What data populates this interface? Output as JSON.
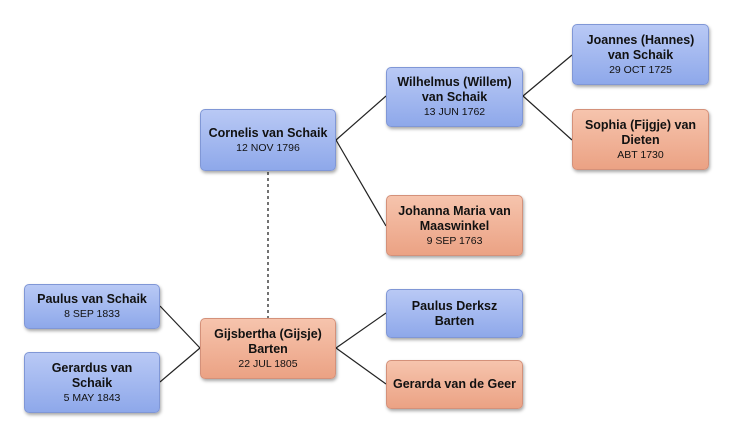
{
  "people": {
    "cornelis": {
      "name": "Cornelis van Schaik",
      "date": "12 NOV 1796",
      "sex": "male"
    },
    "wilhelmus": {
      "name": "Wilhelmus (Willem) van Schaik",
      "date": "13 JUN 1762",
      "sex": "male"
    },
    "joannes": {
      "name": "Joannes (Hannes) van Schaik",
      "date": "29 OCT 1725",
      "sex": "male"
    },
    "sophia": {
      "name": "Sophia (Fijgje) van Dieten",
      "date": "ABT 1730",
      "sex": "female"
    },
    "johanna": {
      "name": "Johanna Maria van Maaswinkel",
      "date": "9 SEP 1763",
      "sex": "female"
    },
    "gijsbertha": {
      "name": "Gijsbertha (Gijsje) Barten",
      "date": "22 JUL 1805",
      "sex": "female"
    },
    "paulus_derksz": {
      "name": "Paulus Derksz Barten",
      "date": "",
      "sex": "male"
    },
    "gerarda": {
      "name": "Gerarda van de Geer",
      "date": "",
      "sex": "female"
    },
    "paulus_child": {
      "name": "Paulus van Schaik",
      "date": "8 SEP 1833",
      "sex": "male"
    },
    "gerardus_child": {
      "name": "Gerardus van Schaik",
      "date": "5 MAY 1843",
      "sex": "male"
    }
  },
  "colors": {
    "male": "#9fb5ee",
    "female": "#efb094",
    "line": "#222222"
  }
}
